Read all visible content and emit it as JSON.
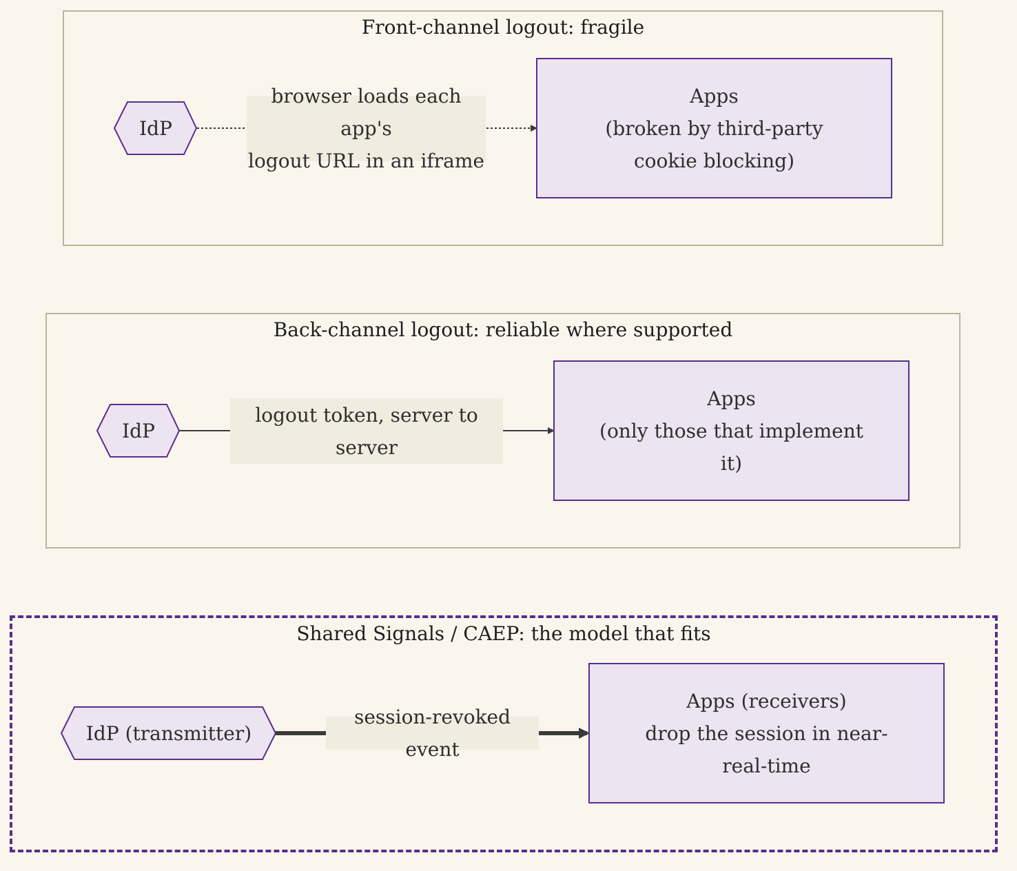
{
  "colors": {
    "background": "#faf6ee",
    "node_fill": "#ece4f1",
    "node_border": "#5b2d8c",
    "group_border": "#bcb49a",
    "highlight_group_border": "#5b2d8c",
    "edge_label_fill": "#f1ece0",
    "edge": "#3a3a3a"
  },
  "groups": [
    {
      "title": "Front-channel logout: fragile",
      "source": "IdP",
      "edge_label": "browser loads each app's\nlogout URL in an iframe",
      "edge_style": "dotted",
      "target": "Apps\n(broken by third-party\ncookie blocking)"
    },
    {
      "title": "Back-channel logout: reliable where supported",
      "source": "IdP",
      "edge_label": "logout token, server to\nserver",
      "edge_style": "solid",
      "target": "Apps\n(only those that implement\nit)"
    },
    {
      "title": "Shared Signals / CAEP: the model that fits",
      "source": "IdP (transmitter)",
      "edge_label": "session-revoked event",
      "edge_style": "thick",
      "target": "Apps (receivers)\ndrop the session in near-\nreal-time",
      "highlight": true
    }
  ]
}
